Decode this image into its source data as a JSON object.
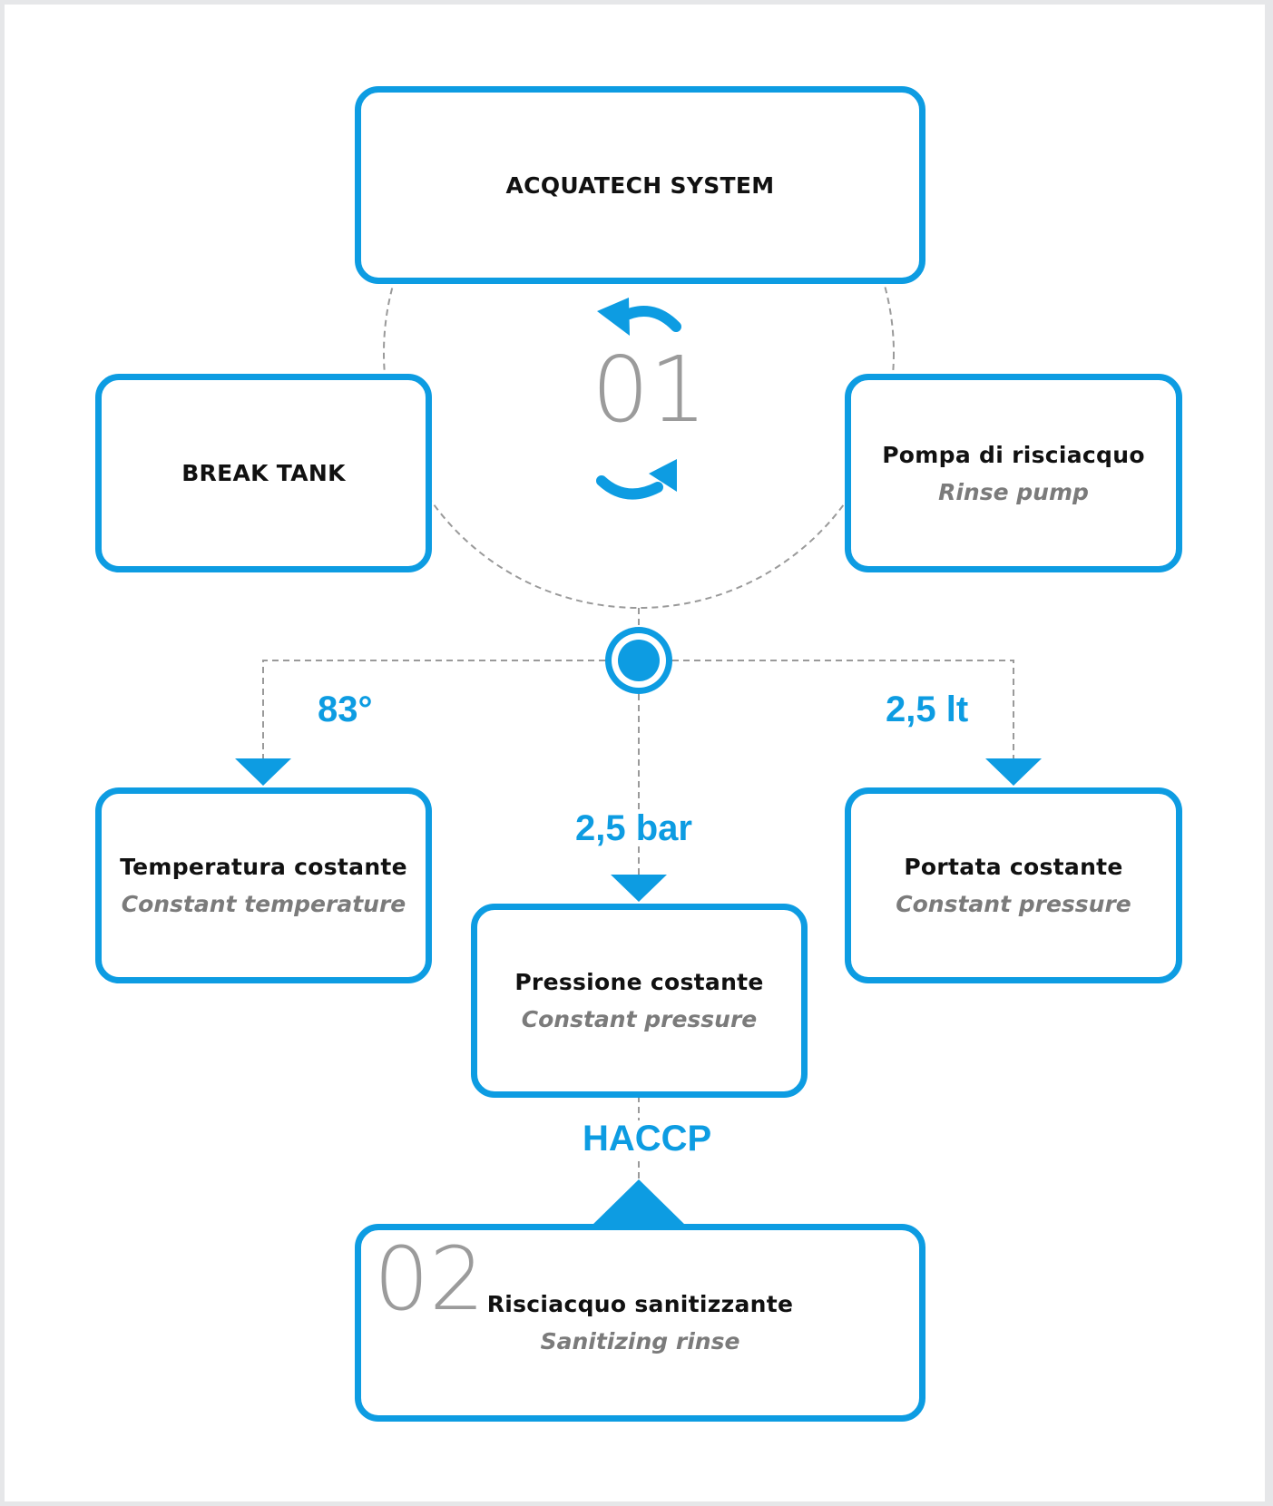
{
  "diagram": {
    "system": {
      "label": "ACQUATECH SYSTEM"
    },
    "break_tank": {
      "label": "BREAK TANK"
    },
    "rinse_pump": {
      "label": "Pompa di risciacquo",
      "sub": "Rinse pump"
    },
    "cycle_step": "01",
    "temperature": {
      "value": "83°",
      "label": "Temperatura costante",
      "sub": "Constant temperature"
    },
    "pressure": {
      "value": "2,5 bar",
      "label": "Pressione costante",
      "sub": "Constant pressure"
    },
    "flow": {
      "value": "2,5 lt",
      "label": "Portata costante",
      "sub": "Constant pressure"
    },
    "haccp": "HACCP",
    "sanitizing": {
      "step": "02",
      "label": "Risciacquo sanitizzante",
      "sub": "Sanitizing rinse"
    }
  },
  "colors": {
    "accent": "#0d9ce2",
    "text": "#111111",
    "subtext": "#7b7b7b",
    "dashed_line": "#9a9a9a",
    "step_number": "#9b9b9b",
    "background": "#e6e7e9"
  },
  "icons": [
    "rotate-counterclockwise-arrow-icon",
    "rotate-clockwise-arrow-icon",
    "target-node-icon",
    "down-triangle-icon",
    "up-triangle-icon"
  ]
}
